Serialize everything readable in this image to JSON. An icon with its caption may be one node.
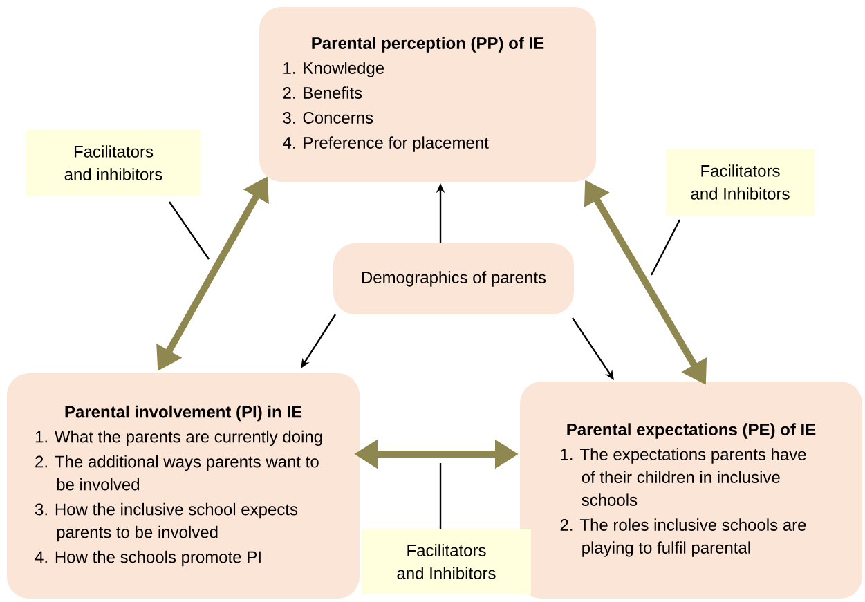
{
  "diagram": {
    "nodes": [
      {
        "text": [
          "Parental perception (PP) of IE",
          "1. Knowledge",
          "2. Benefits",
          "3. Concerns",
          "4. Preference for placement"
        ]
      },
      {
        "text": [
          "Demographics of parents"
        ]
      },
      {
        "text": [
          "Parental involvement (PI) in IE",
          "1. What the parents are currently doing",
          "2. The additional ways parents want to be involved",
          "3. How the inclusive school expects parents to be involved",
          "4. How the schools promote PI"
        ]
      },
      {
        "text": [
          "Parental expectations (PE) of IE",
          "1. The expectations parents have of their children in inclusive schools",
          "2. The roles inclusive schools are playing to fulfil parental"
        ]
      },
      {
        "text": [
          "Facilitators and inhibitors"
        ]
      },
      {
        "text": [
          "Facilitators and Inhibitors"
        ]
      },
      {
        "text": [
          "Facilitators and Inhibitors"
        ]
      }
    ],
    "edges": [
      {
        "from": 1,
        "to": 0,
        "arrow": "to"
      },
      {
        "from": 1,
        "to": 2,
        "arrow": "to"
      },
      {
        "from": 1,
        "to": 3,
        "arrow": "to"
      },
      {
        "from": 0,
        "to": 2,
        "arrow": "both",
        "style": "thick",
        "color": "#8f8750"
      },
      {
        "from": 0,
        "to": 3,
        "arrow": "both",
        "style": "thick",
        "color": "#8f8750"
      },
      {
        "from": 2,
        "to": 3,
        "arrow": "both",
        "style": "thick",
        "color": "#8f8750"
      },
      {
        "from": 4,
        "to": null,
        "arrow": "none"
      },
      {
        "from": 5,
        "to": null,
        "arrow": "none"
      },
      {
        "from": 6,
        "to": null,
        "arrow": "none"
      }
    ]
  }
}
